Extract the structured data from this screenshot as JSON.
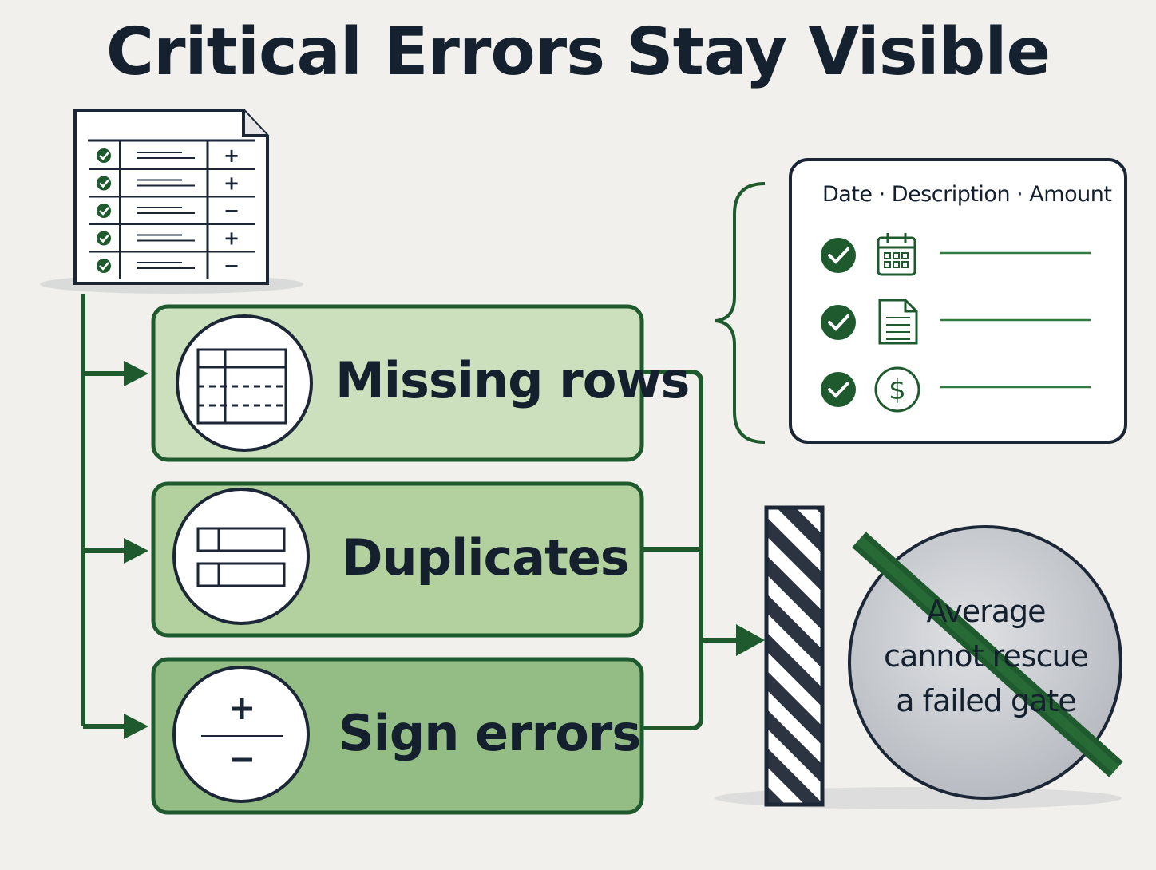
{
  "title": "Critical Errors Stay Visible",
  "error_checks": [
    {
      "label": "Missing rows",
      "icon": "table-missing-row-icon"
    },
    {
      "label": "Duplicates",
      "icon": "duplicate-rows-icon"
    },
    {
      "label": "Sign errors",
      "icon": "plus-minus-icon"
    }
  ],
  "ledger_signs": [
    "+",
    "+",
    "−",
    "+",
    "−"
  ],
  "fields_card": {
    "header": "Date · Description · Amount",
    "rows": [
      {
        "icon": "calendar-icon"
      },
      {
        "icon": "document-icon"
      },
      {
        "icon": "dollar-icon"
      }
    ]
  },
  "gate_label_lines": [
    "Average",
    "cannot rescue",
    "a failed gate"
  ],
  "colors": {
    "dark_green": "#1f5a2e",
    "light_green": "#c9dcb8",
    "mid_green": "#a9c995",
    "deep_green": "#8cb77e",
    "ink": "#14202e",
    "gray_circle": "#c6c9cd"
  }
}
